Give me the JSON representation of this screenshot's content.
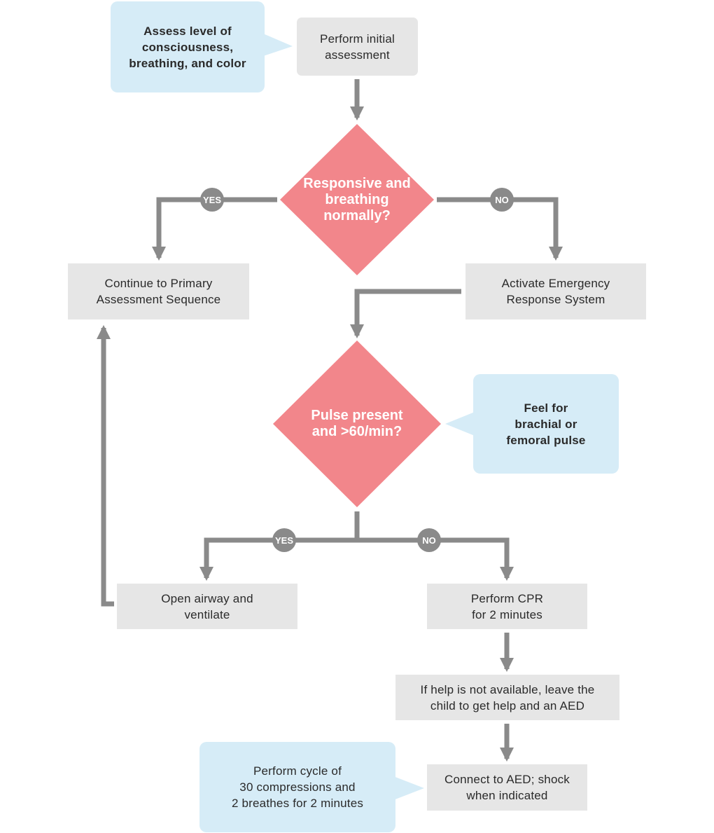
{
  "colors": {
    "process_fill": "#e6e6e6",
    "note_fill": "#d6ecf7",
    "decision_fill": "#f2868b",
    "connector": "#8a8a8a",
    "badge_fill": "#8a8a8a"
  },
  "notes": {
    "assess": "Assess level of\nconsciousness,\nbreathing, and color",
    "pulse": "Feel for\nbrachial or\nfemoral pulse",
    "cycle": "Perform cycle of\n30 compressions and\n2 breathes for 2 minutes"
  },
  "steps": {
    "initial_assessment": "Perform initial\nassessment",
    "continue_primary": "Continue to Primary\nAssessment Sequence",
    "activate_ems": "Activate Emergency\nResponse System",
    "open_airway": "Open airway and\nventilate",
    "perform_cpr": "Perform CPR\nfor 2 minutes",
    "get_help": "If help is not available, leave the\nchild to get help and an AED",
    "connect_aed": "Connect to AED; shock\nwhen indicated"
  },
  "decisions": {
    "responsive": "Responsive and\nbreathing\nnormally?",
    "pulse": "Pulse present\nand >60/min?"
  },
  "labels": {
    "yes": "YES",
    "no": "NO"
  }
}
